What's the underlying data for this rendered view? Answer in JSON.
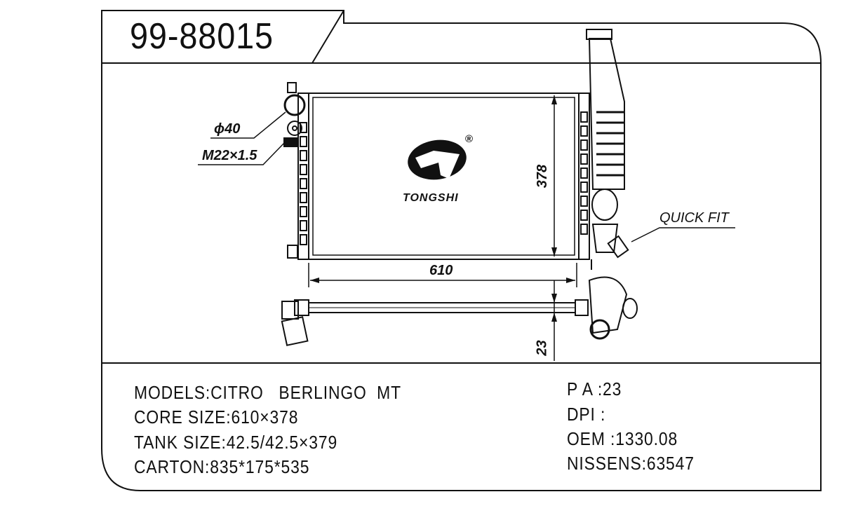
{
  "part_number": "99-88015",
  "logo": {
    "brand": "TONGSHI",
    "registered_mark": "®"
  },
  "callouts": {
    "diameter": "ϕ40",
    "thread": "M22×1.5",
    "quick_fit": "QUICK FIT"
  },
  "dimensions": {
    "width": "610",
    "height": "378",
    "thickness": "23"
  },
  "specs_left": [
    "MODELS:CITRO   BERLINGO  MT",
    "CORE SIZE:610×378",
    "TANK SIZE:42.5/42.5×379",
    "CARTON:835*175*535"
  ],
  "specs_right": [
    "P A :23",
    "DPI :",
    "OEM :1330.08",
    "NISSENS:63547"
  ]
}
